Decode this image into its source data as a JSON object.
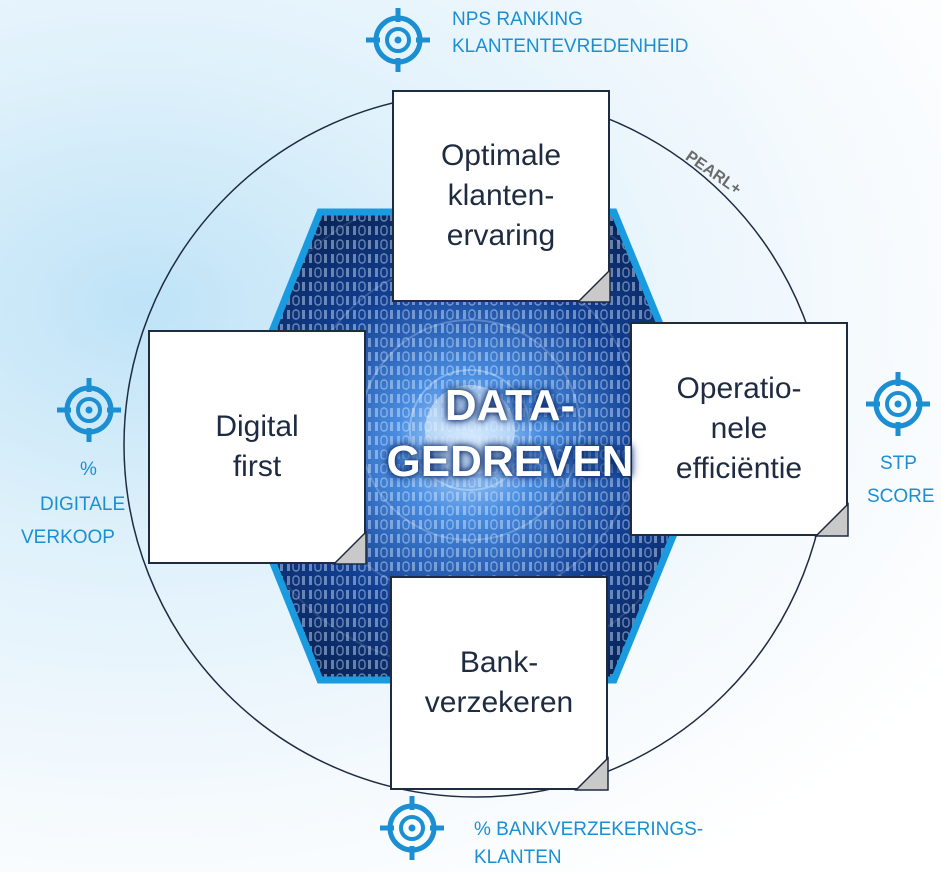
{
  "center": {
    "text": "DATA-\nGEDREVEN"
  },
  "ring_label": "PEARL+",
  "pillars": {
    "top": "Optimale\nklanten-\nervaring",
    "left": "Digital\nfirst",
    "right": "Operatio-\nnele\nefficiëntie",
    "bottom": "Bank-\nverzekeren"
  },
  "kpis": {
    "top": {
      "line1": "NPS RANKING",
      "line2": "KLANTENTEVREDENHEID",
      "icon": "target-icon"
    },
    "left": {
      "line1": "%",
      "line2": "DIGITALE",
      "line3": "VERKOOP",
      "icon": "target-icon"
    },
    "right": {
      "line1": "STP",
      "line2": "SCORE",
      "icon": "target-icon"
    },
    "bottom": {
      "line1": "% BANKVERZEKERINGS-",
      "line2": "KLANTEN",
      "icon": "target-icon"
    }
  },
  "colors": {
    "accent": "#1b8fd2",
    "dark": "#1e2b40",
    "hex_border": "#1a9be0",
    "hex_fill": "#0c3a8c"
  }
}
